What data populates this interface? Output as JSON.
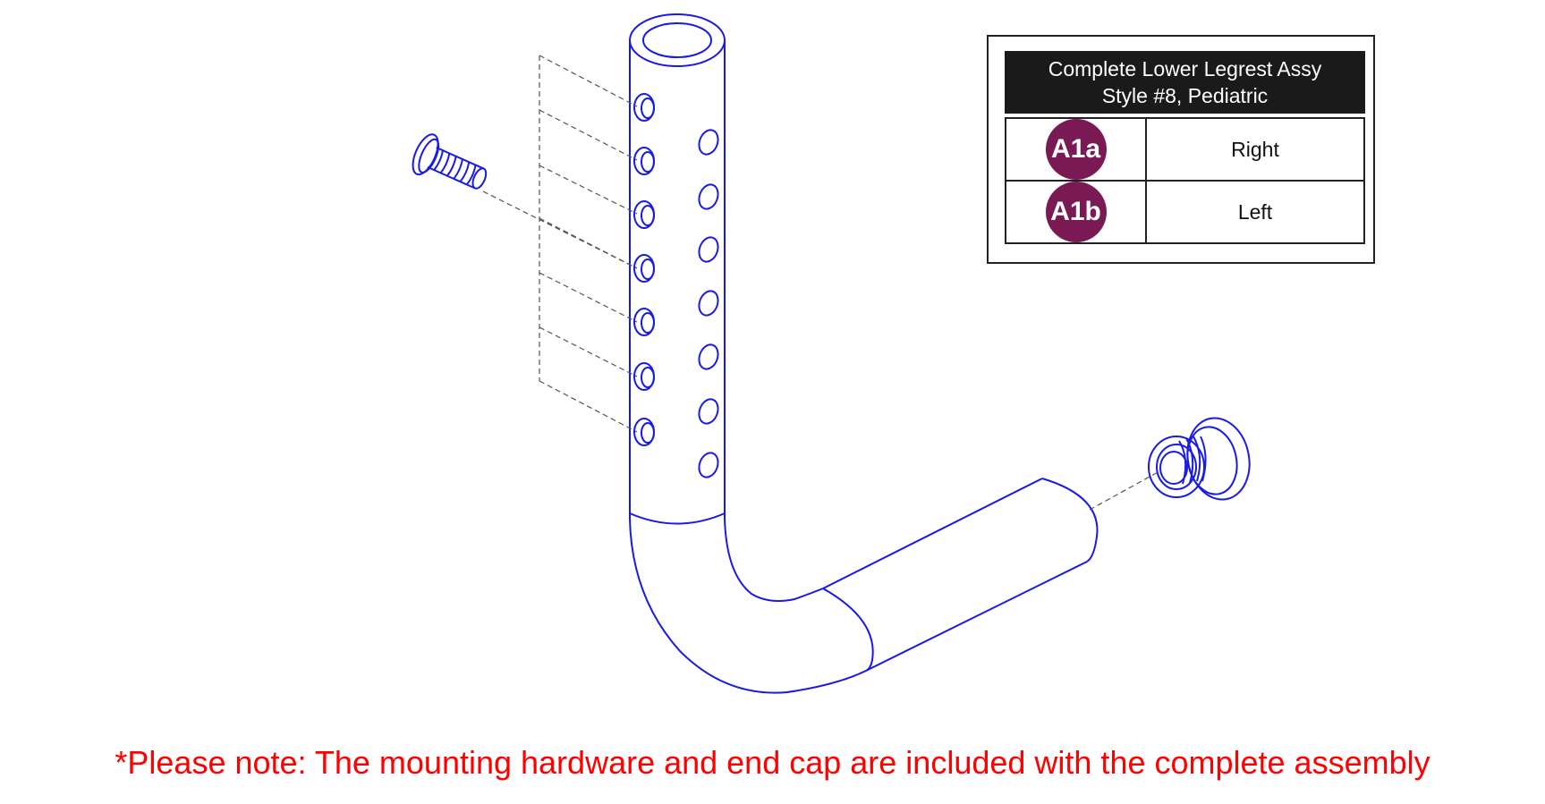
{
  "legend": {
    "title_line1": "Complete Lower Legrest Assy",
    "title_line2": "Style #8, Pediatric",
    "rows": [
      {
        "code": "A1a",
        "label": "Right"
      },
      {
        "code": "A1b",
        "label": "Left"
      }
    ]
  },
  "note": "*Please note: The mounting hardware and end cap are included with the complete assembly",
  "colors": {
    "line_art": "#1a1ae6",
    "badge": "#7a1a55",
    "note_text": "#ff0000",
    "header_bg": "#1a1a1a",
    "dashed": "#555555"
  }
}
